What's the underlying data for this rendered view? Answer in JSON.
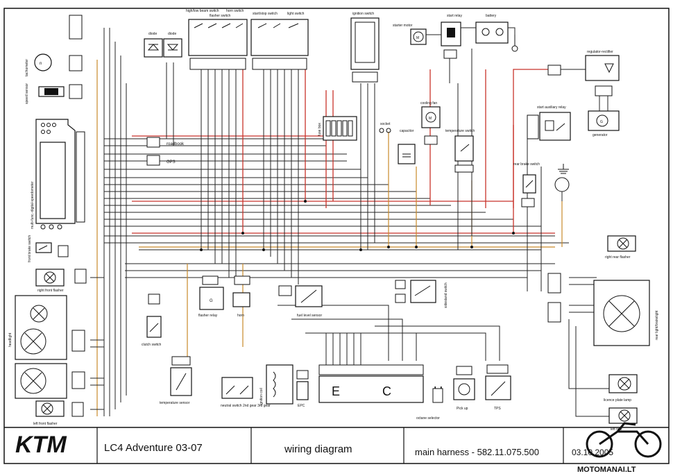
{
  "components": {
    "tachometer": "tachometer",
    "speed_sensor": "speed sensor",
    "speedometer": "multi-func.-digital-speedometer",
    "roadbook": "roadbook",
    "gps": "GPS",
    "front_brake_switch": "front brake switch",
    "right_front_flasher": "right front flasher",
    "headlight": "headlight",
    "left_front_flasher": "left front flasher",
    "high_low_beam": "high/low beam switch",
    "flasher_switch": "flasher switch",
    "horn_switch": "horn switch",
    "start_stop_switch": "start/stop switch",
    "light_switch": "light switch",
    "diode1": "diode",
    "diode2": "diode",
    "ignition_switch": "ignition switch",
    "starter_motor": "starter motor",
    "start_relay": "start relay",
    "battery": "battery",
    "regulator_rectifier": "regulator-rectifier",
    "generator": "generator",
    "fuse_box": "fuse box",
    "socket": "socket",
    "capacitor": "capacitor",
    "cooling_fan": "cooling fan",
    "temperature_switch": "temperature switch",
    "start_auxiliary_relay": "start auxiliary relay",
    "rear_brake_switch": "rear brake switch",
    "right_rear_flasher": "right rear flasher",
    "rear_light": "rear light/brakelight",
    "license_plate_lamp": "licence plate lamp",
    "left_rear_flasher": "left rear",
    "flasher_relay": "flasher relay",
    "horn": "horn",
    "fuel_level_sensor": "fuel level sensor",
    "sidestand_switch": "sidestand switch",
    "clutch_switch": "clutch switch",
    "temperature_sensor": "temperature sensor",
    "neutral_switch": "neutral switch 2nd gear 3rd gear",
    "ignition_coil": "ignition coil",
    "epc": "EPC",
    "ecu": "E C U",
    "pick_up": "Pick up",
    "tps": "TPS",
    "octane_selector": "octane selector"
  },
  "footer": {
    "brand": "KTM",
    "model": "LC4 Adventure 03-07",
    "doc_type": "wiring diagram",
    "harness": "main harness  -  582.11.075.500",
    "date": "03.10.2005",
    "watermark": "MOTOMANAI.LT"
  },
  "colors": {
    "wire_black": "#222222",
    "wire_red": "#c8322a",
    "wire_orange": "#c98a2a",
    "ktm_logo": "#111111"
  }
}
